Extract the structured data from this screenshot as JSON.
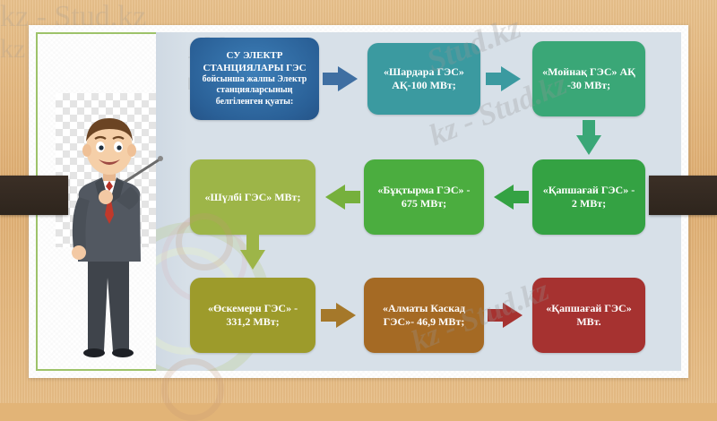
{
  "slide": {
    "title_box": {
      "text": "СУ ЭЛЕКТР СТАНЦИЯЛАРЫ ГЭС бойсынша жалпы Электр станцияларсының белгіленген қуаты:",
      "lines": [
        "СУ ЭЛЕКТР",
        "СТАНЦИЯЛАРЫ ГЭС",
        "бойсынша жалпы Электр",
        "станцияларсының",
        "белгіленген қуаты:"
      ],
      "color": "#2e6ca4"
    },
    "background_color": "#e2b477",
    "paper_color": "#ffffff",
    "canvas_color": "#d7e0e8",
    "keyline_color": "#9ec36a",
    "side_bar_color": "#3b2f26"
  },
  "flow": {
    "nodes": [
      {
        "id": "head",
        "label": "СУ ЭЛЕКТР СТАНЦИЯЛАРЫ ГЭС бойсынша жалпы Электр станцияларсының белгіленген қуаты:",
        "color": "#2e6ca4",
        "row": 1,
        "col": 1
      },
      {
        "id": "shardara",
        "label": "«Шардара ГЭС» АҚ-100 МВт;",
        "color": "#3b9aa0",
        "row": 1,
        "col": 2
      },
      {
        "id": "moinak",
        "label": "«Мойнақ ГЭС» АҚ -30 МВт;",
        "color": "#3aa777",
        "row": 1,
        "col": 3
      },
      {
        "id": "kapshagai1",
        "label": "«Қапшағай ГЭС» - 2 МВт;",
        "color": "#34a243",
        "row": 2,
        "col": 3
      },
      {
        "id": "buktyrma",
        "label": "«Бұқтырма ГЭС» - 675 МВт;",
        "color": "#4bad3f",
        "row": 2,
        "col": 2
      },
      {
        "id": "shulbi",
        "label": "«Шүлбі ГЭС» МВт;",
        "color": "#9db548",
        "row": 2,
        "col": 1
      },
      {
        "id": "oskemen",
        "label": "«Өскемерн ГЭС» - 331,2 МВт;",
        "color": "#9d9b2b",
        "row": 3,
        "col": 1
      },
      {
        "id": "almaty",
        "label": "«Алматы Каскад ГЭС»- 46,9 МВт;",
        "color": "#a56a24",
        "row": 3,
        "col": 2
      },
      {
        "id": "kapshagai2",
        "label": "«Қапшағай ГЭС» МВт.",
        "color": "#a63230",
        "row": 3,
        "col": 3
      }
    ],
    "node_lines": {
      "head": [
        "СУ ЭЛЕКТР",
        "СТАНЦИЯЛАРЫ ГЭС",
        "бойсынша жалпы Электр",
        "станцияларсының",
        "белгіленген қуаты:"
      ],
      "shardara": [
        "«Шардара ГЭС»",
        "АҚ-100 МВт;"
      ],
      "moinak": [
        "«Мойнақ ГЭС» АҚ",
        "-30 МВт;"
      ],
      "kapshagai1": [
        "«Қапшағай ГЭС» -",
        "2 МВт;"
      ],
      "buktyrma": [
        "«Бұқтырма ГЭС» -",
        "675 МВт;"
      ],
      "shulbi": [
        "«Шүлбі ГЭС» МВт;"
      ],
      "oskemen": [
        "«Өскемерн ГЭС» -",
        "331,2 МВт;"
      ],
      "almaty": [
        "«Алматы Каскад",
        "ГЭС»- 46,9 МВт;"
      ],
      "kapshagai2": [
        "«Қапшағай ГЭС»",
        "МВт."
      ]
    },
    "connectors": [
      {
        "id": "a1",
        "from": "head",
        "to": "shardara",
        "direction": "right",
        "color": "#3f6fa2"
      },
      {
        "id": "a2",
        "from": "shardara",
        "to": "moinak",
        "direction": "right",
        "color": "#3b9aa0"
      },
      {
        "id": "a3",
        "from": "moinak",
        "to": "kapshagai1",
        "direction": "down",
        "color": "#3aa777"
      },
      {
        "id": "a4",
        "from": "kapshagai1",
        "to": "buktyrma",
        "direction": "left",
        "color": "#34a243"
      },
      {
        "id": "a5",
        "from": "buktyrma",
        "to": "shulbi",
        "direction": "left",
        "color": "#76b03c"
      },
      {
        "id": "a6",
        "from": "shulbi",
        "to": "oskemen",
        "direction": "down",
        "color": "#9db548"
      },
      {
        "id": "a7",
        "from": "oskemen",
        "to": "almaty",
        "direction": "right",
        "color": "#a5782a"
      },
      {
        "id": "a8",
        "from": "almaty",
        "to": "kapshagai2",
        "direction": "right",
        "color": "#a63230"
      }
    ]
  },
  "presenter": {
    "description": "cartoon businessman with pointer stick",
    "suit_color": "#4a4f57",
    "tie_color": "#c0392b",
    "skin_color": "#f3c9a4",
    "hair_color": "#6b4423"
  },
  "watermarks": {
    "items": [
      "Stud.kz",
      "Stud.kz",
      "kz - Stud.kz",
      "Stud.kz - Stud.kz",
      "kz - Stud.kz",
      "Stud.kz"
    ],
    "text": "Stud.kz",
    "text_long": "kz - Stud.kz"
  }
}
